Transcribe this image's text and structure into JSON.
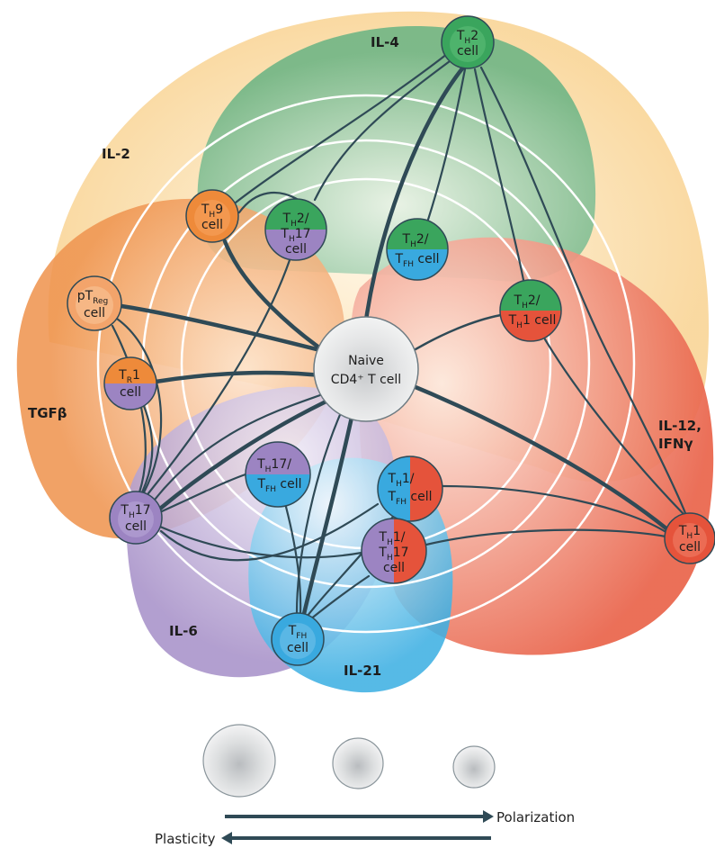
{
  "cytokines": {
    "il4": "IL-4",
    "il2": "IL-2",
    "tgfb": "TGFβ",
    "il12_line1": "IL-12,",
    "il12_line2": "IFNγ",
    "il6": "IL-6",
    "il21": "IL-21"
  },
  "cells": {
    "naive_line1": "Naive",
    "naive_line2": "CD4⁺ T cell",
    "cell_word": "cell",
    "T": "T",
    "pT": "pT",
    "sub_H": "H",
    "sub_FH": "FH",
    "sub_R": "R",
    "sub_Reg": "Reg",
    "n2": "2",
    "n9": "9",
    "n1": "1",
    "n17": "17",
    "slash": "/",
    "n2slash": "2/",
    "n1slash": "1/",
    "n17slash": "17/",
    "cell_suffix": " cell",
    "n1cell": "1 cell"
  },
  "legend": {
    "polarization": "Polarization",
    "plasticity": "Plasticity"
  },
  "colors": {
    "il2": "#fbe0b0",
    "il4": "#8dc59b",
    "tgfb": "#f3a46b",
    "il12": "#ef7d62",
    "il6": "#b9a6d2",
    "il21": "#6cc2e8",
    "green": "#3aa55d",
    "orange": "#ee8a3a",
    "purple": "#9c84c2",
    "blue": "#39a9df",
    "red": "#e5533b",
    "line": "#2f4a56"
  }
}
